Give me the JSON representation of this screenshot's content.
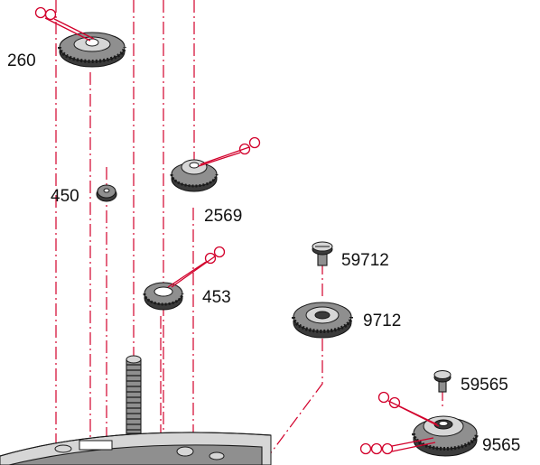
{
  "parts": {
    "p260": "260",
    "p450": "450",
    "p2569": "2569",
    "p453": "453",
    "p59712": "59712",
    "p9712": "9712",
    "p59565": "59565",
    "p9565": "9565"
  },
  "colors": {
    "axis_line": "#d2002b",
    "oil_marker": "#d2002b",
    "metal": "#8f8f8f",
    "outline": "#1a1a1a"
  },
  "icons": {
    "oil_marker": "oil-drop-circles-icon",
    "gear": "gear-icon",
    "screw": "screw-icon"
  }
}
